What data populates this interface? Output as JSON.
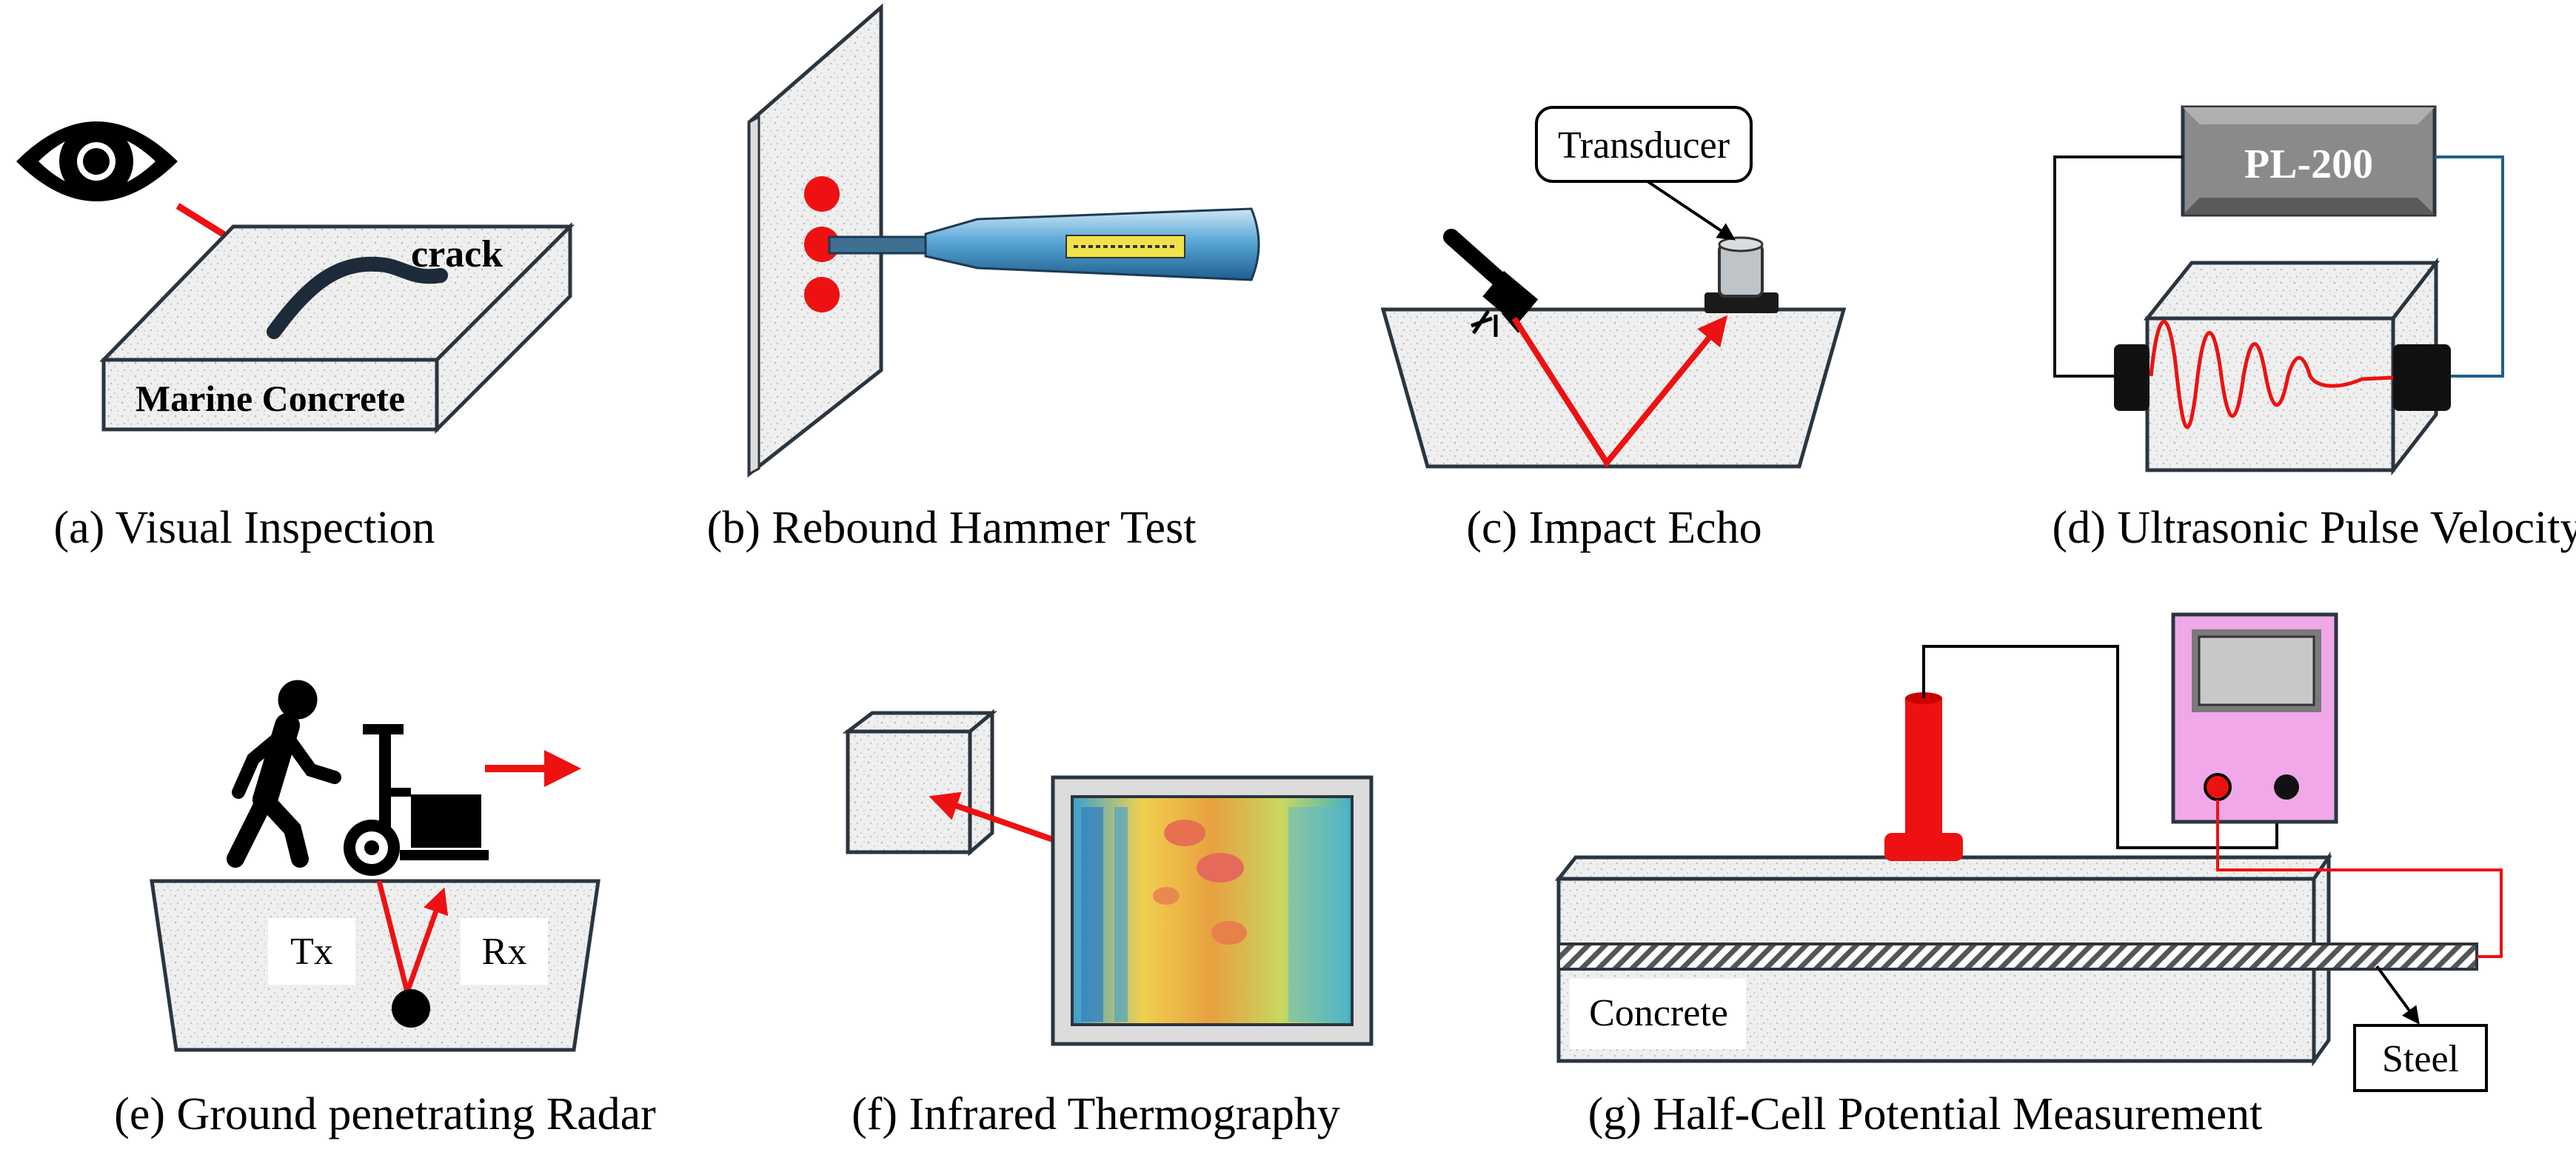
{
  "panels": {
    "a": {
      "caption": "(a) Visual Inspection",
      "crack_label": "crack",
      "slab_label": "Marine Concrete"
    },
    "b": {
      "caption": "(b) Rebound Hammer Test"
    },
    "c": {
      "caption": "(c) Impact Echo",
      "transducer_label": "Transducer"
    },
    "d": {
      "caption": "(d) Ultrasonic Pulse Velocity",
      "device_label": "PL-200"
    },
    "e": {
      "caption": "(e) Ground penetrating Radar",
      "tx_label": "Tx",
      "rx_label": "Rx"
    },
    "f": {
      "caption": "(f) Infrared Thermography"
    },
    "g": {
      "caption": "(g) Half-Cell Potential Measurement",
      "concrete_label": "Concrete",
      "steel_label": "Steel"
    }
  },
  "colors": {
    "concrete": "#ececec",
    "outline": "#2b3540",
    "accent_red": "#ee1111",
    "meter_pink": "#f0a8e8",
    "device_gray": "#8a8a8a"
  }
}
